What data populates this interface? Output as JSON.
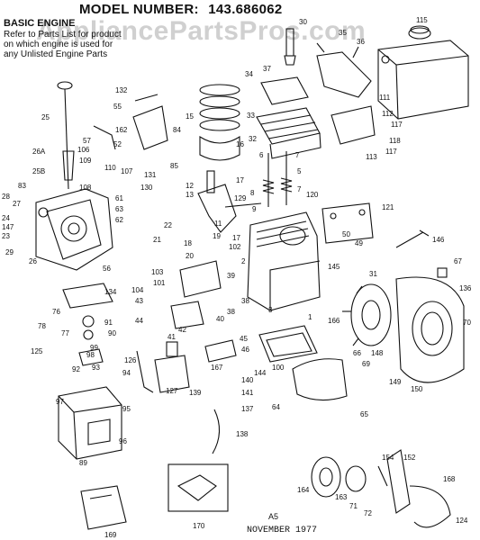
{
  "header": {
    "model_prefix": "MODEL NUMBER:",
    "model_number": "143.686062",
    "section": "BASIC ENGINE",
    "note_lines": [
      "Refer to Parts List for product",
      "on which engine is used for",
      "any Unlisted Engine Parts"
    ]
  },
  "watermark": "AppliancePartsPros.com",
  "footer": {
    "page_code": "A5",
    "date": "NOVEMBER 1977"
  },
  "labels": {
    "l30": "30",
    "l35": "35",
    "l115": "115",
    "l36": "36",
    "l37": "37",
    "l34": "34",
    "l111": "111",
    "l132": "132",
    "l55": "55",
    "l15": "15",
    "l112": "112",
    "l33": "33",
    "l25": "25",
    "l57": "57",
    "l162": "162",
    "l84": "84",
    "l117a": "117",
    "l118": "118",
    "l117b": "117",
    "l52": "52",
    "l85": "85",
    "l32": "32",
    "l113": "113",
    "l26a": "26A",
    "l106": "106",
    "l109": "109",
    "l110": "110",
    "l107": "107",
    "l131": "131",
    "l16": "16",
    "l6": "6",
    "l7a": "7",
    "l5": "5",
    "l25b": "25B",
    "l108": "108",
    "l130": "130",
    "l17": "17",
    "l7b": "7",
    "l83": "83",
    "l28": "28",
    "l61": "61",
    "l12": "12",
    "l13": "13",
    "l8": "8",
    "l120": "120",
    "l27": "27",
    "l63": "63",
    "l62": "62",
    "l129": "129",
    "l9": "9",
    "l24": "24",
    "l147": "147",
    "l121": "121",
    "l23": "23",
    "l22": "22",
    "l11": "11",
    "l29": "29",
    "l26": "26",
    "l19": "19",
    "l18": "18",
    "l21": "21",
    "l20": "20",
    "l17b": "17",
    "l102": "102",
    "l50": "50",
    "l49": "49",
    "l146": "146",
    "l2": "2",
    "l145": "145",
    "l31": "31",
    "l67": "67",
    "l56": "56",
    "l103": "103",
    "l101": "101",
    "l39": "39",
    "l134": "134",
    "l104": "104",
    "l136": "136",
    "l43": "43",
    "l3": "3",
    "l38a": "38",
    "l38b": "38",
    "l40": "40",
    "l76": "76",
    "l44": "44",
    "l1": "1",
    "l166": "166",
    "l78": "78",
    "l91": "91",
    "l77": "77",
    "l70": "70",
    "l90": "90",
    "l42": "42",
    "l41": "41",
    "l125": "125",
    "l45": "45",
    "l46": "46",
    "l99": "99",
    "l98": "98",
    "l126": "126",
    "l93": "93",
    "l92": "92",
    "l66": "66",
    "l148": "148",
    "l167": "167",
    "l100": "100",
    "l144": "144",
    "l69": "69",
    "l94": "94",
    "l140": "140",
    "l149": "149",
    "l150": "150",
    "l127": "127",
    "l139": "139",
    "l141": "141",
    "l97": "97",
    "l95": "95",
    "l64": "64",
    "l137": "137",
    "l65": "65",
    "l96": "96",
    "l138": "138",
    "l89": "89",
    "l168": "168",
    "l154": "154",
    "l152": "152",
    "l164": "164",
    "l163": "163",
    "l71": "71",
    "l72": "72",
    "l170": "170",
    "l124": "124",
    "l169": "169"
  }
}
